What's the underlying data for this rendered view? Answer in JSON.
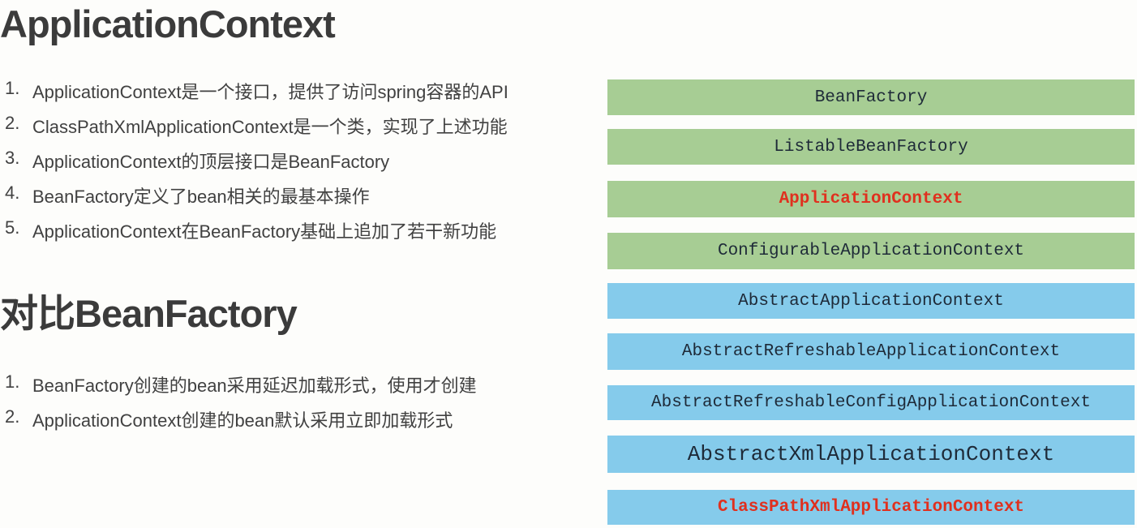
{
  "sections": [
    {
      "title": "ApplicationContext",
      "items": [
        {
          "num": "1.",
          "text": "ApplicationContext是一个接口，提供了访问spring容器的API"
        },
        {
          "num": "2.",
          "text": "ClassPathXmlApplicationContext是一个类，实现了上述功能"
        },
        {
          "num": "3.",
          "text": "ApplicationContext的顶层接口是BeanFactory"
        },
        {
          "num": "4.",
          "text": "BeanFactory定义了bean相关的最基本操作"
        },
        {
          "num": "5.",
          "text": "ApplicationContext在BeanFactory基础上追加了若干新功能"
        }
      ]
    },
    {
      "title": "对比BeanFactory",
      "items": [
        {
          "num": "1.",
          "text": "BeanFactory创建的bean采用延迟加载形式，使用才创建"
        },
        {
          "num": "2.",
          "text": "ApplicationContext创建的bean默认采用立即加载形式"
        }
      ]
    }
  ],
  "hierarchy": {
    "bars": [
      {
        "label": "BeanFactory",
        "color": "green",
        "text_color": "dark"
      },
      {
        "label": "ListableBeanFactory",
        "color": "green",
        "text_color": "dark"
      },
      {
        "label": "ApplicationContext",
        "color": "green",
        "text_color": "red"
      },
      {
        "label": "ConfigurableApplicationContext",
        "color": "green",
        "text_color": "dark"
      },
      {
        "label": "AbstractApplicationContext",
        "color": "blue",
        "text_color": "dark"
      },
      {
        "label": "AbstractRefreshableApplicationContext",
        "color": "blue",
        "text_color": "dark"
      },
      {
        "label": "AbstractRefreshableConfigApplicationContext",
        "color": "blue",
        "text_color": "dark"
      },
      {
        "label": "AbstractXmlApplicationContext",
        "color": "blue",
        "text_color": "dark"
      },
      {
        "label": "ClassPathXmlApplicationContext",
        "color": "blue",
        "text_color": "red"
      }
    ]
  },
  "colors": {
    "interface_green": "#a7cd94",
    "class_blue": "#85cbeb",
    "highlight_red": "#e0301e",
    "bar_text": "#1e2a38",
    "body_text": "#414141",
    "heading_text": "#3b3b3b",
    "background": "#fdfdfb"
  }
}
